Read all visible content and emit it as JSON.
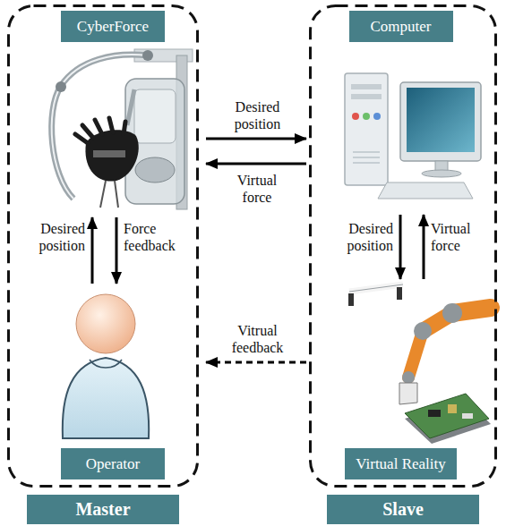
{
  "diagram": {
    "nodes": [
      {
        "text": [
          "Master"
        ]
      },
      {
        "text": [
          "CyberForce"
        ],
        "in": 0
      },
      {
        "text": [
          "Operator"
        ],
        "in": 0
      },
      {
        "text": [
          "Slave"
        ]
      },
      {
        "text": [
          "Computer"
        ],
        "in": 3
      },
      {
        "text": [
          "Virtual Reality"
        ],
        "in": 3
      }
    ],
    "edges": [
      {
        "from": 1,
        "to": 4,
        "label": "Desired position",
        "arrow": "to"
      },
      {
        "from": 4,
        "to": 1,
        "label": "Virtual force",
        "arrow": "to"
      },
      {
        "from": 2,
        "to": 1,
        "label": "Desired position",
        "arrow": "to"
      },
      {
        "from": 1,
        "to": 2,
        "label": "Force feedback",
        "arrow": "to"
      },
      {
        "from": 4,
        "to": 5,
        "label": "Desired position",
        "arrow": "to"
      },
      {
        "from": 5,
        "to": 4,
        "label": "Virtual force",
        "arrow": "to"
      },
      {
        "from": 5,
        "to": 2,
        "label": "Vitrual feedback",
        "arrow": "to"
      }
    ]
  }
}
